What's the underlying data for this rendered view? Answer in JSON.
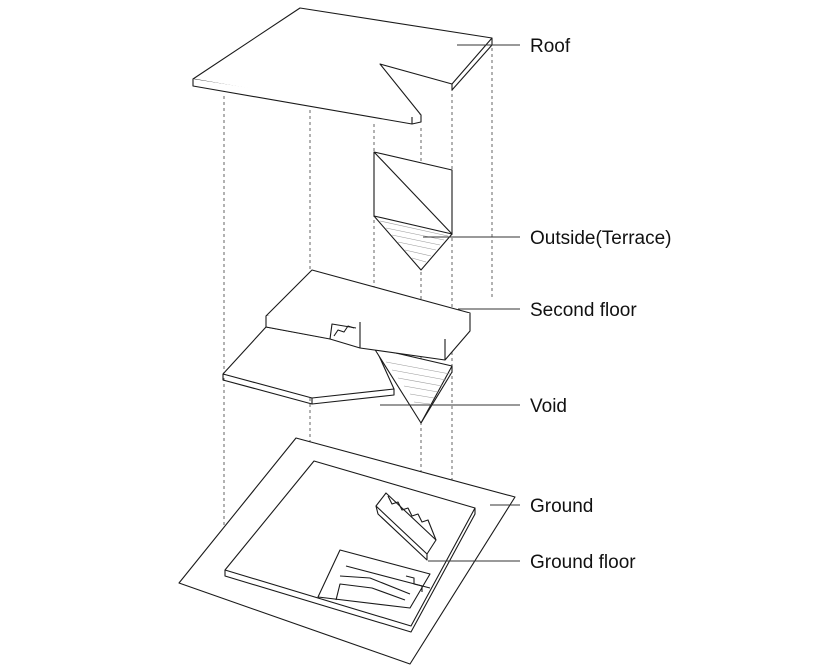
{
  "diagram": {
    "labels": {
      "roof": "Roof",
      "terrace": "Outside(Terrace)",
      "second_floor": "Second floor",
      "void": "Void",
      "ground": "Ground",
      "ground_floor": "Ground floor"
    },
    "colors": {
      "line": "#1a1a1a",
      "dashed": "#555555",
      "background": "#ffffff"
    }
  }
}
